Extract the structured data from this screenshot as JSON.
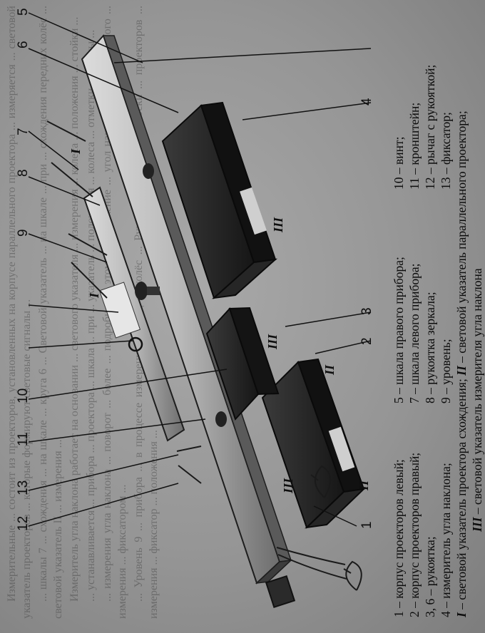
{
  "background_text": [
    "Измерительные ... состоит из проекторов, установленных на корпусе параллельного проектора ... измеряется ... световой указатель проекторов ... которые формируют световые сигналы ...",
    "... шкалы 7 ... схождения ... на шкале ... круга 6 ... Световой указатель ... на шкале ... при ... схождения передних колёс ... световой указатель II ... измерения ...",
    "Измеритель угла наклона работает на основании ... светового указателя ... измерения ... колеса ... положения ... стойки ...",
    "... устанавливается ... прибора ... проектора ... шкала ... при ... указатель ... положения ... колеса ... отметки ... шкалы ...",
    "... измерения угла наклона ... поворот ... более ... подробно об этом ... Положение ... угол наклона ... параллельного ... измерения ... фиксатором ...",
    "... Уровень 9 ... прибора ... в процессе измерения ... сход ... колёс ... Рукоятка 3 ... для переноски ... проекторов ... измерения ... фиксатор ... положения ..."
  ],
  "callouts": {
    "c1": "1",
    "c2": "2",
    "c3": "3",
    "c4": "4",
    "c5": "5",
    "c6": "6",
    "c7": "7",
    "c8": "8",
    "c9": "9",
    "c10": "10",
    "c11": "11",
    "c12": "12",
    "c13": "13"
  },
  "roman_labels": {
    "r1a": "I",
    "r1b": "I",
    "r2a": "II",
    "r2b": "II",
    "r3a": "III",
    "r3b": "III",
    "r3c": "III"
  },
  "caption": {
    "col1": [
      "1 – корпус проекторов левый;",
      "2 – корпус проекторов правый;",
      "3, 6 – рукоятка;",
      "4 – измеритель угла наклона;"
    ],
    "col2": [
      "5 – шкала правого прибора;",
      "7 – шкала левого прибора;",
      "8 – рукоятка зеркала;",
      "9 – уровень;"
    ],
    "col3": [
      "10 – винт;",
      "11 – кронштейн;",
      "12 – рычаг с рукояткой;",
      "13 – фиксатор;"
    ],
    "line_i_label": "I",
    "line_i_text": " – световой указатель проектора схождения; ",
    "line_ii_label": "II",
    "line_ii_text": " – световой указатель параллельного проектора;",
    "line_iii_label": "III",
    "line_iii_text": " – световой указатель измерителя угла наклона"
  }
}
